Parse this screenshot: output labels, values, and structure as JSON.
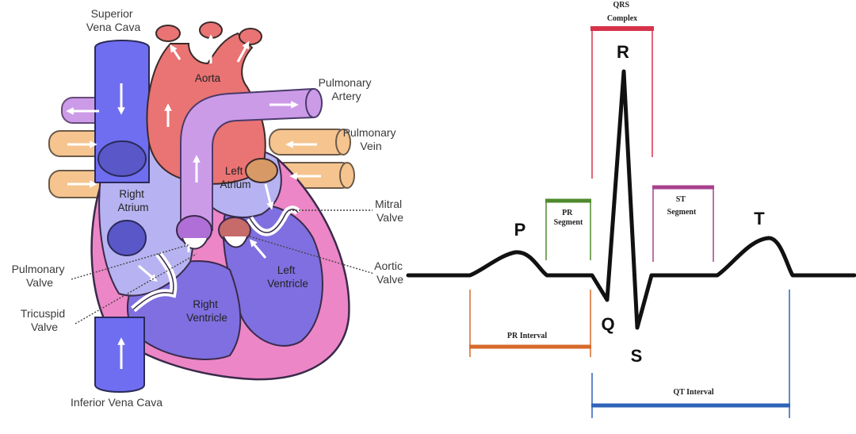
{
  "heart": {
    "superior_vena_cava": [
      "Superior",
      "Vena Cava"
    ],
    "aorta": "Aorta",
    "pulmonary_artery": [
      "Pulmonary",
      "Artery"
    ],
    "pulmonary_vein": [
      "Pulmonary",
      "Vein"
    ],
    "left_atrium": [
      "Left",
      "Atrium"
    ],
    "right_atrium": [
      "Right",
      "Atrium"
    ],
    "mitral_valve": [
      "Mitral",
      "Valve"
    ],
    "aortic_valve": [
      "Aortic",
      "Valve"
    ],
    "left_ventricle": [
      "Left",
      "Ventricle"
    ],
    "right_ventricle": [
      "Right",
      "Ventricle"
    ],
    "pulmonary_valve": [
      "Pulmonary",
      "Valve"
    ],
    "tricuspid_valve": [
      "Tricuspid",
      "Valve"
    ],
    "inferior_vena_cava": "Inferior Vena Cava"
  },
  "ecg": {
    "waves": {
      "p": "P",
      "q": "Q",
      "r": "R",
      "s": "S",
      "t": "T"
    },
    "qrs_complex": [
      "QRS",
      "Complex"
    ],
    "pr_segment": [
      "PR",
      "Segment"
    ],
    "st_segment": [
      "ST",
      "Segment"
    ],
    "pr_interval": "PR Interval",
    "qt_interval": "QT Interval",
    "colors": {
      "qrs": "#d6334a",
      "pr_segment": "#4f8a2e",
      "st_segment": "#a8418f",
      "pr_interval": "#d66a2a",
      "qt_interval": "#2f63b8"
    }
  }
}
